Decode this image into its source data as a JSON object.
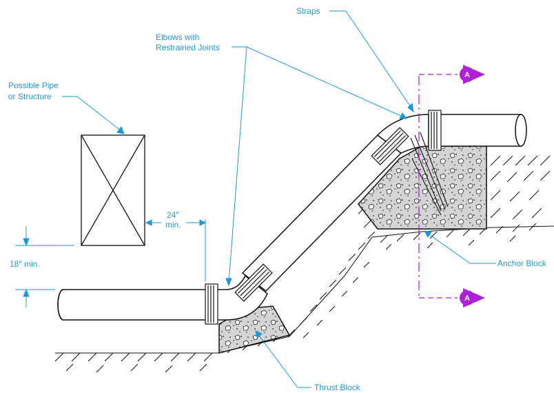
{
  "labels": {
    "straps": "Straps",
    "elbows_line1": "Elbows with",
    "elbows_line2": "Restrained Joints",
    "possible_line1": "Possible Pipe",
    "possible_line2": "or Structure",
    "dim_24_line1": "24\"",
    "dim_24_line2": "min.",
    "dim_18": "18\" min.",
    "anchor_block": "Anchor Block",
    "thrust_block": "Thrust Block",
    "section_top": "A",
    "section_bottom": "A"
  },
  "colors": {
    "callout": "#1a9ad6",
    "section": "#b21fd8",
    "line": "#111111",
    "concrete": "#cfcfcf"
  }
}
